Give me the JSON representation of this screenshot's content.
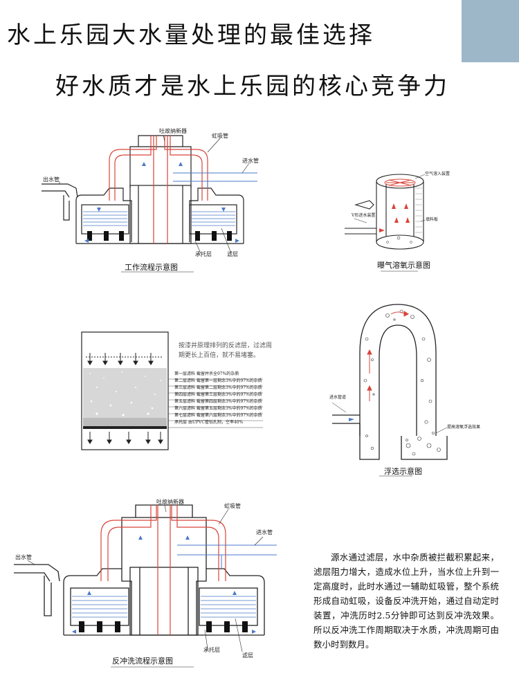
{
  "header": {
    "title_line1": "水上乐园大水量处理的最佳选择",
    "title_line2": "好水质才是水上乐园的核心竞争力"
  },
  "diagram_work": {
    "label_siphon_breaker": "吐故纳新器",
    "label_siphon_tube": "虹吸管",
    "label_inlet": "进水管",
    "label_outlet": "出水管",
    "label_support": "承托层",
    "label_filter": "滤层",
    "caption": "工作流程示意图"
  },
  "diagram_aeration": {
    "label_top": "空气溶入装置",
    "label_inlet": "V形进水装置",
    "label_packing": "填料板",
    "caption": "曝气溶氧示意图"
  },
  "diagram_layers": {
    "intro": "按漆井原理排列的反滤层，过滤周期更长上百倍，就不易堵塞。",
    "rows": [
      {
        "name": "第一层滤料",
        "desc": "截留并杀全97%的杂质"
      },
      {
        "name": "第二层滤料",
        "desc": "截留第一层剩余3%中的97%的杂质"
      },
      {
        "name": "第三层滤料",
        "desc": "截留第二层剩余3%中的97%的杂质"
      },
      {
        "name": "第四层滤料",
        "desc": "截留第三层剩余3%中的97%的杂质"
      },
      {
        "name": "第五层滤料",
        "desc": "截留第四层剩余3%中的97%的杂质"
      },
      {
        "name": "第六层滤料",
        "desc": "截留第五层剩余3%中的97%的杂质"
      },
      {
        "name": "第七层滤料",
        "desc": "截留第六层剩余3%中的97%的杂质"
      },
      {
        "name": "承托层",
        "desc": "由UPVC管钻孔制，空率40%"
      }
    ]
  },
  "diagram_flotation": {
    "label_inlet": "进水管道",
    "label_outlet": "提高溶氧浮选效果",
    "caption": "浮选示意图"
  },
  "diagram_backwash": {
    "label_siphon_breaker": "吐故纳新器",
    "label_siphon_tube": "虹吸管",
    "label_inlet": "进水管",
    "label_outlet": "出水管",
    "label_support": "承托层",
    "label_filter": "滤层",
    "caption": "反冲洗流程示意图"
  },
  "description": "源水通过滤层，水中杂质被拦截积累起来，滤层阻力增大，造成水位上升，当水位上升到一定高度时，此时水通过一辅助虹吸管，整个系统形成自动虹吸，设备反冲洗开始，通过自动定时装置，冲洗历时2.5分钟即可达到反冲洗效果。所以反冲洗工作周期取决于水质，冲洗周期可由数小时到数月。",
  "colors": {
    "corner_block": "#9db7c8",
    "pipe_red": "#d9443a",
    "pipe_blue": "#4a78c8",
    "line": "#222222"
  }
}
